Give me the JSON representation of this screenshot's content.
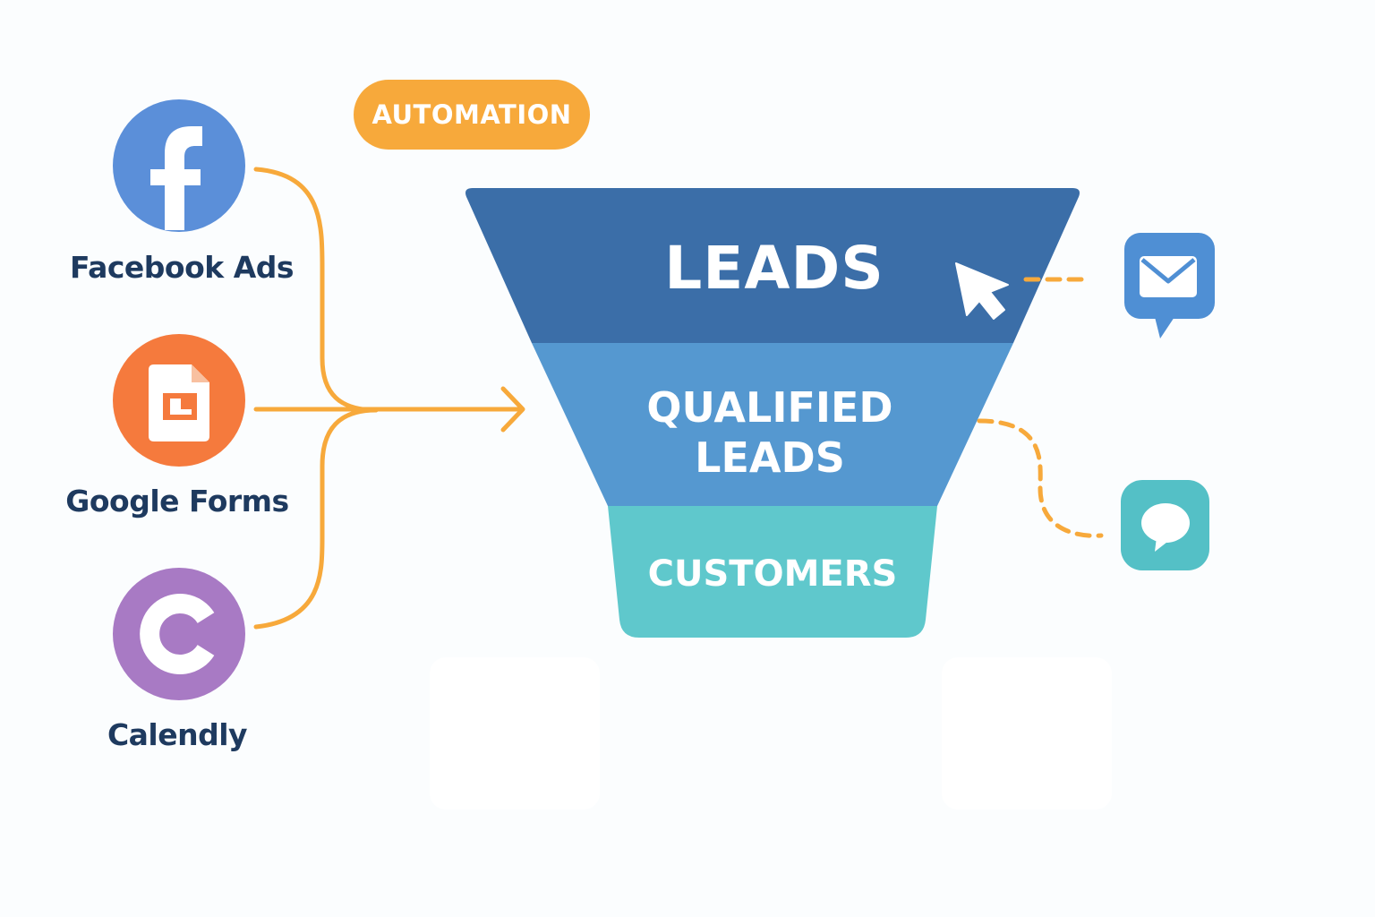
{
  "colors": {
    "orange": "#f7a93b",
    "facebook": "#5b8fd9",
    "google_forms": "#f57a3d",
    "calendly": "#a87ac4",
    "leads": "#3b6ea8",
    "qualified": "#5598d0",
    "customers": "#5fc8cc",
    "email": "#4f8fd4",
    "chat": "#54c0c6",
    "label_text": "#1e3a5f"
  },
  "sources": [
    {
      "label": "Facebook Ads",
      "icon": "facebook-icon"
    },
    {
      "label": "Google Forms",
      "icon": "google-forms-icon"
    },
    {
      "label": "Calendly",
      "icon": "calendly-icon"
    }
  ],
  "automation": {
    "label": "AUTOMATION"
  },
  "funnel": {
    "stages": [
      {
        "lines": [
          "LEADS"
        ]
      },
      {
        "lines": [
          "QUALIFIED",
          "LEADS"
        ]
      },
      {
        "lines": [
          "CUSTOMERS"
        ]
      }
    ]
  },
  "channels": [
    {
      "icon": "email-icon"
    },
    {
      "icon": "chat-icon"
    }
  ],
  "pointer": {
    "icon": "cursor-icon"
  }
}
